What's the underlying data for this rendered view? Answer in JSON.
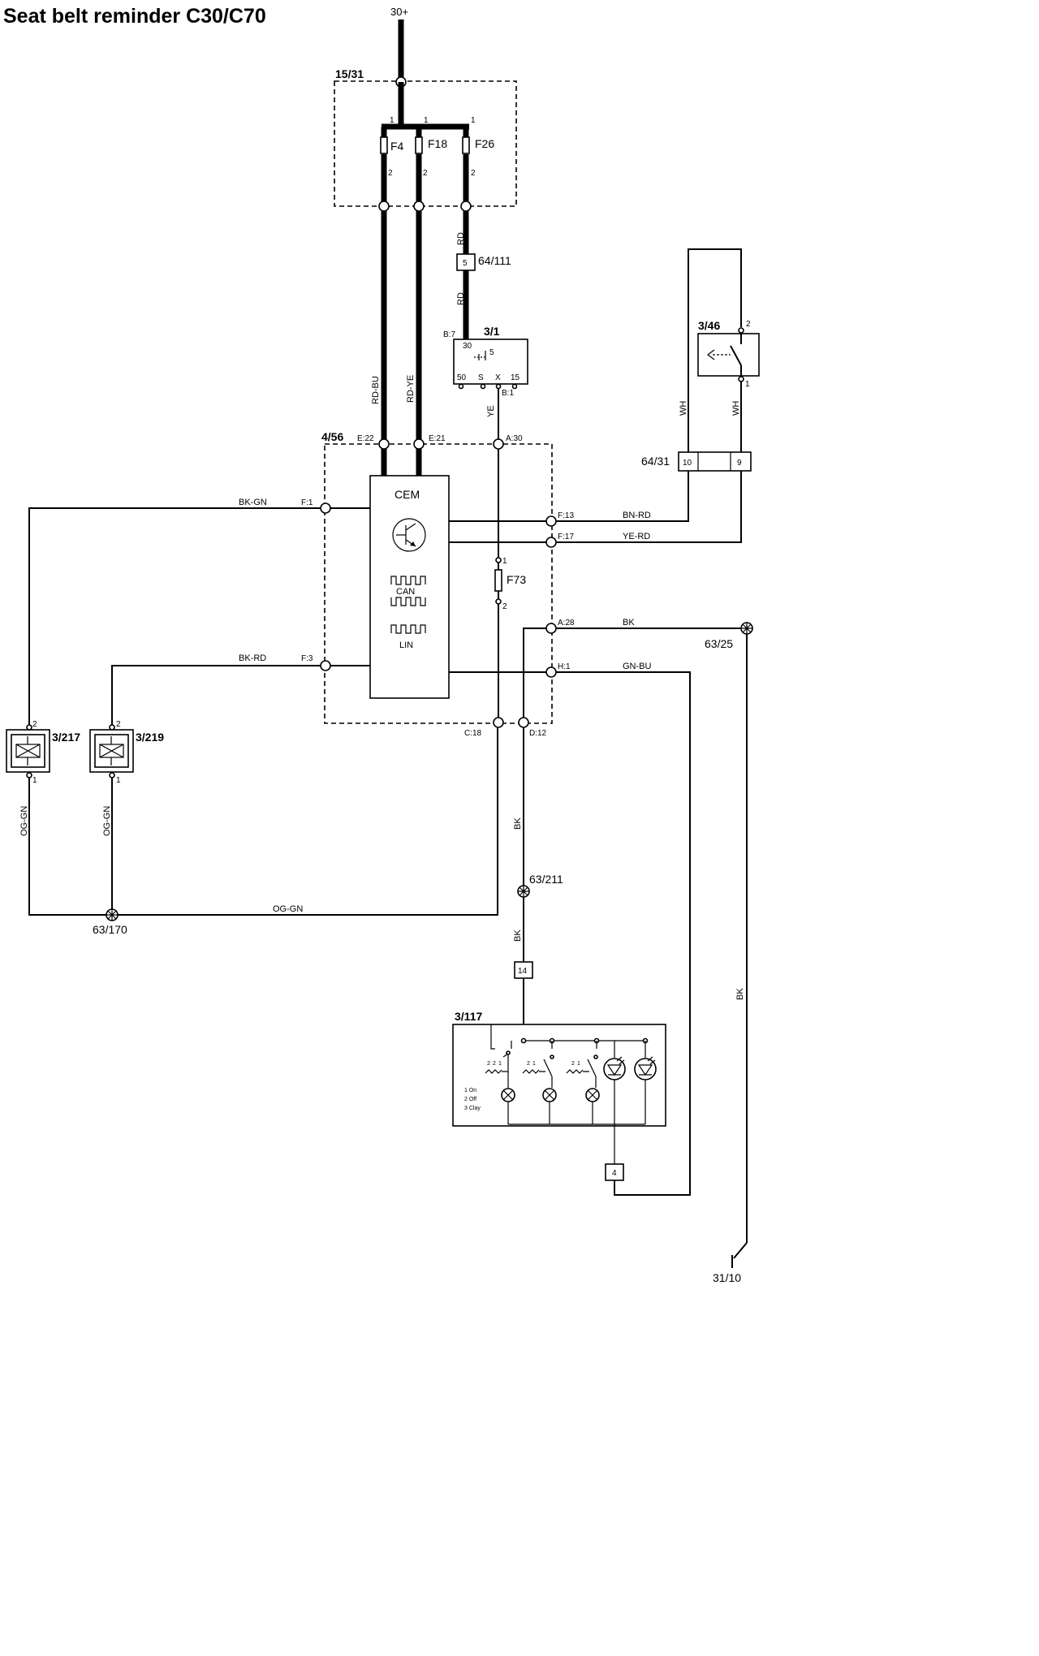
{
  "title": "Seat belt reminder C30/C70",
  "supply": "30+",
  "fuse_box": {
    "id": "15/31",
    "fuses": [
      "F4",
      "F18",
      "F26"
    ],
    "pin_in": "1",
    "pin_out": "2"
  },
  "connector_64_111": {
    "id": "64/111",
    "pin": "5"
  },
  "ignition": {
    "id": "3/1",
    "pins": {
      "top": "30",
      "relay": "5",
      "p50": "50",
      "s": "S",
      "x": "X",
      "p15": "15"
    },
    "conn_b7": "B:7",
    "conn_b1": "B:1"
  },
  "belt_switch": {
    "id": "3/46",
    "pin_top": "2",
    "pin_bottom": "1"
  },
  "connector_64_31": {
    "id": "64/31",
    "pin_left": "10",
    "pin_right": "9"
  },
  "cem": {
    "id": "4/56",
    "name": "CEM",
    "can_label": "CAN",
    "lin_label": "LIN",
    "pins": {
      "e22": "E:22",
      "e21": "E:21",
      "a30": "A:30",
      "f1": "F:1",
      "f3": "F:3",
      "f13": "F:13",
      "f17": "F:17",
      "a28": "A:28",
      "h1": "H:1",
      "c18": "C:18",
      "d12": "D:12"
    }
  },
  "fuse_f73": {
    "id": "F73",
    "pin_in": "1",
    "pin_out": "2"
  },
  "sensors": [
    {
      "id": "3/217",
      "pin_top": "2",
      "pin_bottom": "1"
    },
    {
      "id": "3/219",
      "pin_top": "2",
      "pin_bottom": "1"
    }
  ],
  "grounds": {
    "g63_25": "63/25",
    "g63_211": "63/211",
    "g63_170": "63/170",
    "g31_10": "31/10"
  },
  "connector_14": "14",
  "connector_4": "4",
  "panel": {
    "id": "3/117",
    "legend": [
      "1 On",
      "2 Off",
      "3 Clay"
    ],
    "switch_pins": [
      "2",
      "2",
      "1",
      "2",
      "1",
      "2",
      "1"
    ]
  },
  "wires": {
    "rd_top": "RD",
    "rd_bottom": "RD",
    "rd_bu": "RD-BU",
    "rd_ye": "RD-YE",
    "ye": "YE",
    "wh_left": "WH",
    "wh_right": "WH",
    "bk_gn": "BK-GN",
    "bk_rd": "BK-RD",
    "bn_rd": "BN-RD",
    "ye_rd": "YE-RD",
    "bk_top": "BK",
    "gn_bu": "GN-BU",
    "og_gn_left": "OG-GN",
    "og_gn_mid": "OG-GN",
    "og_gn_bottom": "OG-GN",
    "bk_mid": "BK",
    "bk_low": "BK",
    "bk_right": "BK"
  }
}
